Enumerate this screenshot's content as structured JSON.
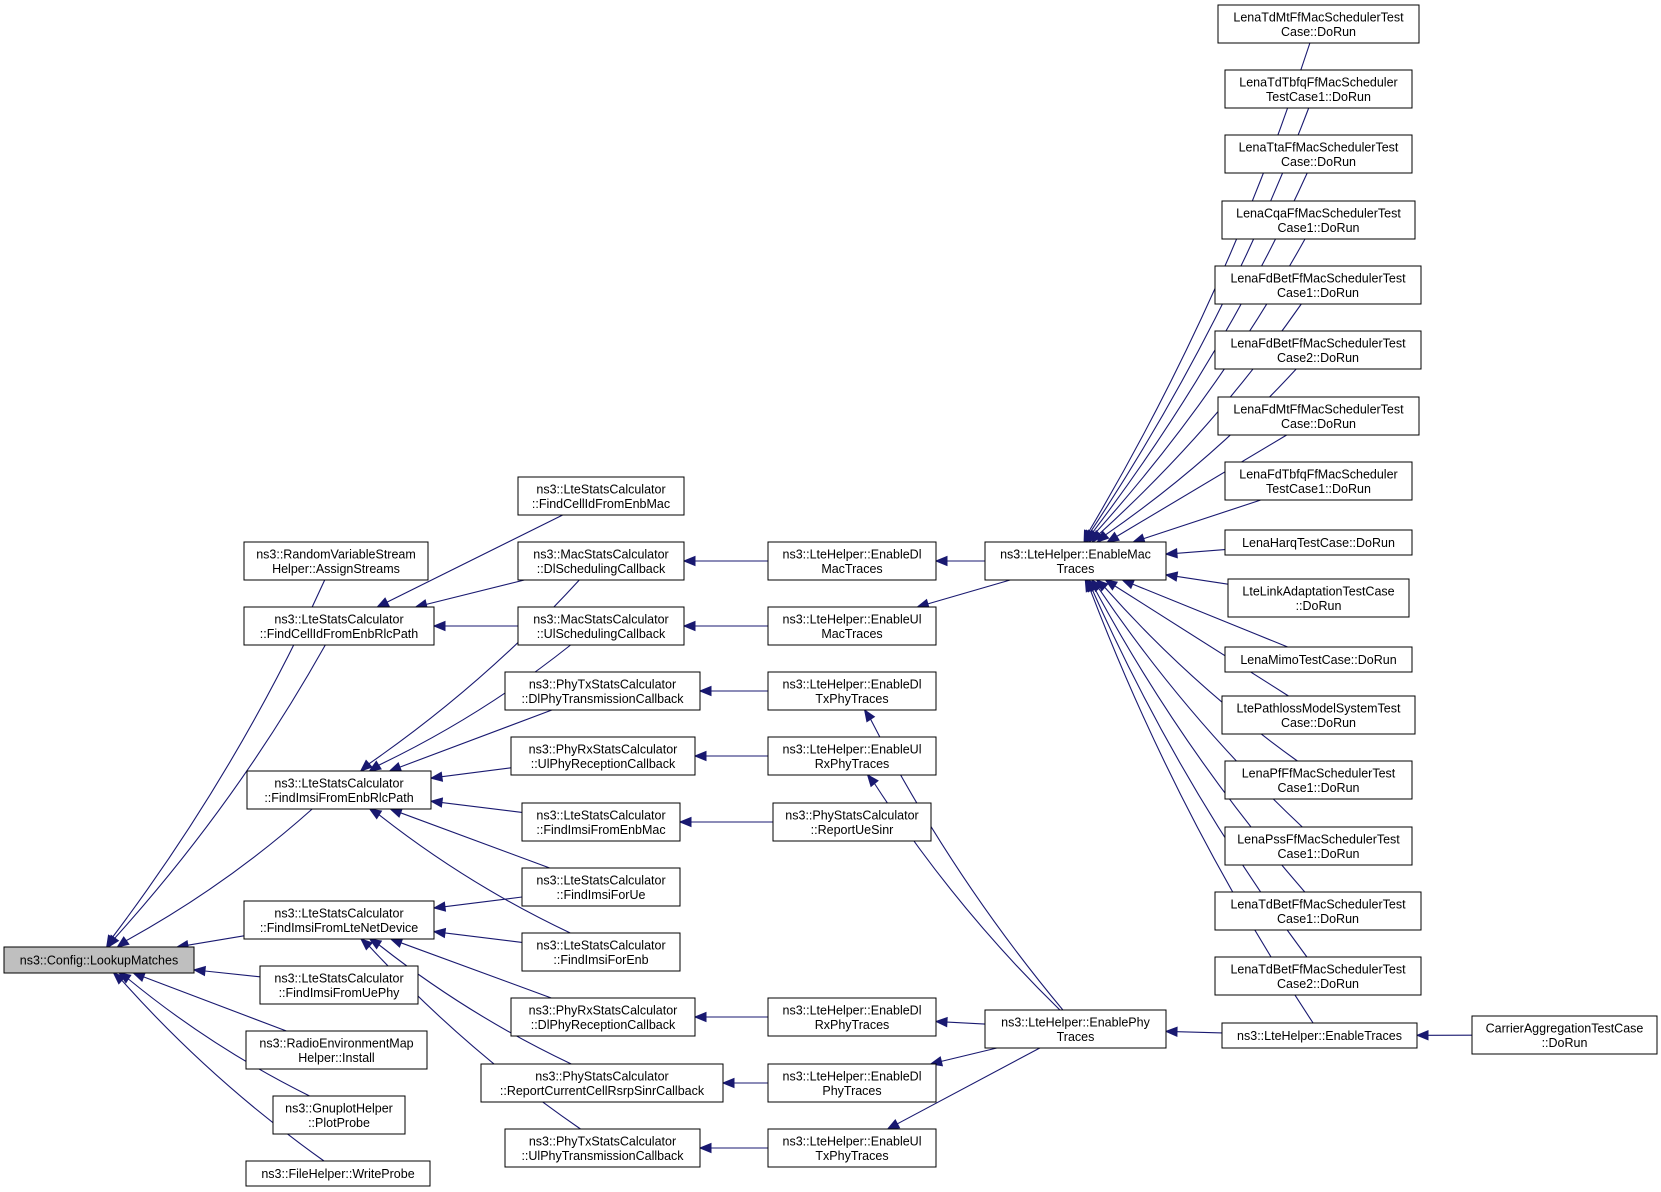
{
  "graph": {
    "title": "",
    "colors": {
      "edge": "#191970",
      "root_fill": "#bfbfbf",
      "node_fill": "#ffffff",
      "node_border": "#000000"
    },
    "nodes": [
      {
        "id": "root",
        "lines": [
          "ns3::Config::LookupMatches"
        ],
        "root": true
      },
      {
        "id": "rvsh",
        "lines": [
          "ns3::RandomVariableStream",
          "Helper::AssignStreams"
        ]
      },
      {
        "id": "fcierlc",
        "lines": [
          "ns3::LteStatsCalculator",
          "::FindCellIdFromEnbRlcPath"
        ]
      },
      {
        "id": "fimsienbrlc",
        "lines": [
          "ns3::LteStatsCalculator",
          "::FindImsiFromEnbRlcPath"
        ]
      },
      {
        "id": "fimsiltend",
        "lines": [
          "ns3::LteStatsCalculator",
          "::FindImsiFromLteNetDevice"
        ]
      },
      {
        "id": "fimsiuephy",
        "lines": [
          "ns3::LteStatsCalculator",
          "::FindImsiFromUePhy"
        ]
      },
      {
        "id": "rem",
        "lines": [
          "ns3::RadioEnvironmentMap",
          "Helper::Install"
        ]
      },
      {
        "id": "gnuplot",
        "lines": [
          "ns3::GnuplotHelper",
          "::PlotProbe"
        ]
      },
      {
        "id": "filehelper",
        "lines": [
          "ns3::FileHelper::WriteProbe"
        ]
      },
      {
        "id": "fcienbmac",
        "lines": [
          "ns3::LteStatsCalculator",
          "::FindCellIdFromEnbMac"
        ]
      },
      {
        "id": "macdl",
        "lines": [
          "ns3::MacStatsCalculator",
          "::DlSchedulingCallback"
        ]
      },
      {
        "id": "macul",
        "lines": [
          "ns3::MacStatsCalculator",
          "::UlSchedulingCallback"
        ]
      },
      {
        "id": "phytxdl",
        "lines": [
          "ns3::PhyTxStatsCalculator",
          "::DlPhyTransmissionCallback"
        ]
      },
      {
        "id": "phyrxul",
        "lines": [
          "ns3::PhyRxStatsCalculator",
          "::UlPhyReceptionCallback"
        ]
      },
      {
        "id": "fimsienbmac",
        "lines": [
          "ns3::LteStatsCalculator",
          "::FindImsiFromEnbMac"
        ]
      },
      {
        "id": "fimsiue",
        "lines": [
          "ns3::LteStatsCalculator",
          "::FindImsiForUe"
        ]
      },
      {
        "id": "fimsienb",
        "lines": [
          "ns3::LteStatsCalculator",
          "::FindImsiForEnb"
        ]
      },
      {
        "id": "phyrxdl",
        "lines": [
          "ns3::PhyRxStatsCalculator",
          "::DlPhyReceptionCallback"
        ]
      },
      {
        "id": "physinr",
        "lines": [
          "ns3::PhyStatsCalculator",
          "::ReportCurrentCellRsrpSinrCallback"
        ]
      },
      {
        "id": "phytxul",
        "lines": [
          "ns3::PhyTxStatsCalculator",
          "::UlPhyTransmissionCallback"
        ]
      },
      {
        "id": "edlmac",
        "lines": [
          "ns3::LteHelper::EnableDl",
          "MacTraces"
        ]
      },
      {
        "id": "eulmac",
        "lines": [
          "ns3::LteHelper::EnableUl",
          "MacTraces"
        ]
      },
      {
        "id": "edltxphy",
        "lines": [
          "ns3::LteHelper::EnableDl",
          "TxPhyTraces"
        ]
      },
      {
        "id": "eulrxphy",
        "lines": [
          "ns3::LteHelper::EnableUl",
          "RxPhyTraces"
        ]
      },
      {
        "id": "reportuesinr",
        "lines": [
          "ns3::PhyStatsCalculator",
          "::ReportUeSinr"
        ]
      },
      {
        "id": "edlrxphy",
        "lines": [
          "ns3::LteHelper::EnableDl",
          "RxPhyTraces"
        ]
      },
      {
        "id": "edlphy",
        "lines": [
          "ns3::LteHelper::EnableDl",
          "PhyTraces"
        ]
      },
      {
        "id": "eultxphy",
        "lines": [
          "ns3::LteHelper::EnableUl",
          "TxPhyTraces"
        ]
      },
      {
        "id": "emac",
        "lines": [
          "ns3::LteHelper::EnableMac",
          "Traces"
        ]
      },
      {
        "id": "ephy",
        "lines": [
          "ns3::LteHelper::EnablePhy",
          "Traces"
        ]
      },
      {
        "id": "etraces",
        "lines": [
          "ns3::LteHelper::EnableTraces"
        ]
      },
      {
        "id": "catest",
        "lines": [
          "CarrierAggregationTestCase",
          "::DoRun"
        ]
      },
      {
        "id": "t1",
        "lines": [
          "LenaTdMtFfMacSchedulerTest",
          "Case::DoRun"
        ]
      },
      {
        "id": "t2",
        "lines": [
          "LenaTdTbfqFfMacScheduler",
          "TestCase1::DoRun"
        ]
      },
      {
        "id": "t3",
        "lines": [
          "LenaTtaFfMacSchedulerTest",
          "Case::DoRun"
        ]
      },
      {
        "id": "t4",
        "lines": [
          "LenaCqaFfMacSchedulerTest",
          "Case1::DoRun"
        ]
      },
      {
        "id": "t5",
        "lines": [
          "LenaFdBetFfMacSchedulerTest",
          "Case1::DoRun"
        ]
      },
      {
        "id": "t6",
        "lines": [
          "LenaFdBetFfMacSchedulerTest",
          "Case2::DoRun"
        ]
      },
      {
        "id": "t7",
        "lines": [
          "LenaFdMtFfMacSchedulerTest",
          "Case::DoRun"
        ]
      },
      {
        "id": "t8",
        "lines": [
          "LenaFdTbfqFfMacScheduler",
          "TestCase1::DoRun"
        ]
      },
      {
        "id": "t9",
        "lines": [
          "LenaHarqTestCase::DoRun"
        ]
      },
      {
        "id": "t10",
        "lines": [
          "LteLinkAdaptationTestCase",
          "::DoRun"
        ]
      },
      {
        "id": "t11",
        "lines": [
          "LenaMimoTestCase::DoRun"
        ]
      },
      {
        "id": "t12",
        "lines": [
          "LtePathlossModelSystemTest",
          "Case::DoRun"
        ]
      },
      {
        "id": "t13",
        "lines": [
          "LenaPfFfMacSchedulerTest",
          "Case1::DoRun"
        ]
      },
      {
        "id": "t14",
        "lines": [
          "LenaPssFfMacSchedulerTest",
          "Case1::DoRun"
        ]
      },
      {
        "id": "t15",
        "lines": [
          "LenaTdBetFfMacSchedulerTest",
          "Case1::DoRun"
        ]
      },
      {
        "id": "t16",
        "lines": [
          "LenaTdBetFfMacSchedulerTest",
          "Case2::DoRun"
        ]
      }
    ],
    "edges": [
      {
        "from": "rvsh",
        "to": "root"
      },
      {
        "from": "fcierlc",
        "to": "root"
      },
      {
        "from": "fimsienbrlc",
        "to": "root"
      },
      {
        "from": "fimsiltend",
        "to": "root"
      },
      {
        "from": "fimsiuephy",
        "to": "root"
      },
      {
        "from": "rem",
        "to": "root"
      },
      {
        "from": "gnuplot",
        "to": "root"
      },
      {
        "from": "filehelper",
        "to": "root"
      },
      {
        "from": "fcienbmac",
        "to": "fcierlc"
      },
      {
        "from": "macdl",
        "to": "fcierlc"
      },
      {
        "from": "macul",
        "to": "fcierlc"
      },
      {
        "from": "macdl",
        "to": "fimsienbrlc"
      },
      {
        "from": "macul",
        "to": "fimsienbrlc"
      },
      {
        "from": "phytxdl",
        "to": "fimsienbrlc"
      },
      {
        "from": "phyrxul",
        "to": "fimsienbrlc"
      },
      {
        "from": "fimsienbmac",
        "to": "fimsienbrlc"
      },
      {
        "from": "fimsiue",
        "to": "fimsienbrlc"
      },
      {
        "from": "fimsienb",
        "to": "fimsienbrlc"
      },
      {
        "from": "fimsiue",
        "to": "fimsiltend"
      },
      {
        "from": "fimsienb",
        "to": "fimsiltend"
      },
      {
        "from": "phyrxdl",
        "to": "fimsiltend"
      },
      {
        "from": "physinr",
        "to": "fimsiltend"
      },
      {
        "from": "phytxul",
        "to": "fimsiltend"
      },
      {
        "from": "edlmac",
        "to": "macdl"
      },
      {
        "from": "eulmac",
        "to": "macul"
      },
      {
        "from": "edltxphy",
        "to": "phytxdl"
      },
      {
        "from": "eulrxphy",
        "to": "phyrxul"
      },
      {
        "from": "reportuesinr",
        "to": "fimsienbmac"
      },
      {
        "from": "edlrxphy",
        "to": "phyrxdl"
      },
      {
        "from": "edlphy",
        "to": "physinr"
      },
      {
        "from": "eultxphy",
        "to": "phytxul"
      },
      {
        "from": "emac",
        "to": "edlmac"
      },
      {
        "from": "emac",
        "to": "eulmac"
      },
      {
        "from": "ephy",
        "to": "edltxphy"
      },
      {
        "from": "ephy",
        "to": "eulrxphy"
      },
      {
        "from": "ephy",
        "to": "edlrxphy"
      },
      {
        "from": "ephy",
        "to": "edlphy"
      },
      {
        "from": "ephy",
        "to": "eultxphy"
      },
      {
        "from": "t1",
        "to": "emac"
      },
      {
        "from": "t2",
        "to": "emac"
      },
      {
        "from": "t3",
        "to": "emac"
      },
      {
        "from": "t4",
        "to": "emac"
      },
      {
        "from": "t5",
        "to": "emac"
      },
      {
        "from": "t6",
        "to": "emac"
      },
      {
        "from": "t7",
        "to": "emac"
      },
      {
        "from": "t8",
        "to": "emac"
      },
      {
        "from": "t9",
        "to": "emac"
      },
      {
        "from": "t10",
        "to": "emac"
      },
      {
        "from": "t11",
        "to": "emac"
      },
      {
        "from": "t12",
        "to": "emac"
      },
      {
        "from": "t13",
        "to": "emac"
      },
      {
        "from": "t14",
        "to": "emac"
      },
      {
        "from": "t15",
        "to": "emac"
      },
      {
        "from": "t16",
        "to": "emac"
      },
      {
        "from": "etraces",
        "to": "emac"
      },
      {
        "from": "etraces",
        "to": "ephy"
      },
      {
        "from": "catest",
        "to": "etraces"
      }
    ]
  }
}
